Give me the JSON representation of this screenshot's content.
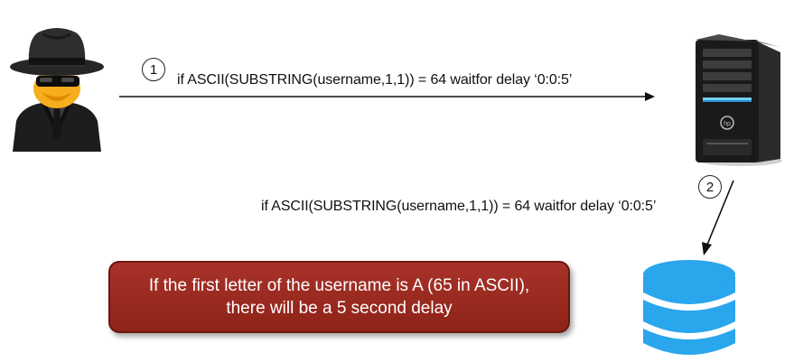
{
  "steps": {
    "step1": {
      "number": "1",
      "query": "if ASCII(SUBSTRING(username,1,1)) = 64 waitfor delay ‘0:0:5’"
    },
    "step2": {
      "number": "2",
      "query": "if ASCII(SUBSTRING(username,1,1)) = 64 waitfor delay ‘0:0:5’"
    }
  },
  "note": {
    "line1": "If the first letter of the username is A (65 in ASCII),",
    "line2": "there will be a 5 second delay"
  },
  "colors": {
    "note_background": "#9b2a20",
    "database": "#2aa6ec",
    "arrow": "#111111"
  },
  "icons": {
    "attacker": "hacker-spy-icon",
    "server": "server-tower-icon",
    "database": "database-stack-icon"
  }
}
